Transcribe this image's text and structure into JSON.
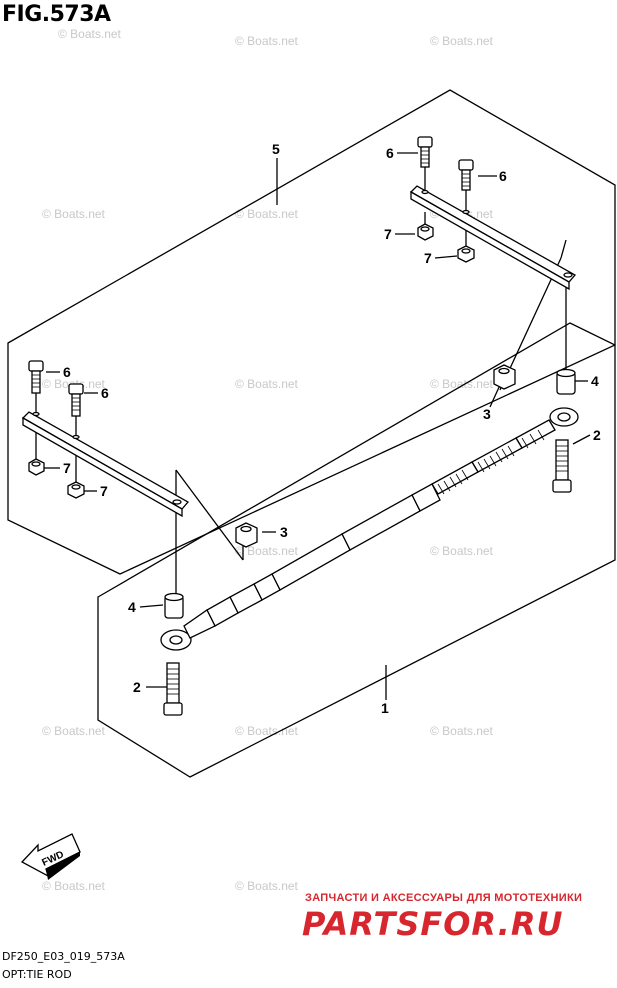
{
  "title": "FIG.573A",
  "watermark": "© Boats.net",
  "callouts": [
    "1",
    "2",
    "2",
    "3",
    "3",
    "4",
    "4",
    "5",
    "6",
    "6",
    "6",
    "6",
    "7",
    "7",
    "7",
    "7"
  ],
  "fwd_label": "FWD",
  "footer": {
    "code": "DF250_E03_019_573A",
    "name": "OPT:TIE ROD"
  },
  "shop": {
    "tagline": "ЗАПЧАСТИ И АКСЕССУАРЫ ДЛЯ МОТОТЕХНИКИ",
    "logo": "PARTSFOR.RU"
  }
}
